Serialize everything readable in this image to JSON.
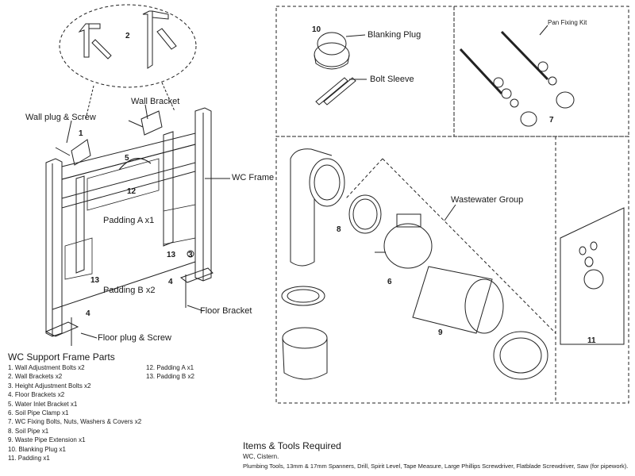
{
  "labels": {
    "wall_plug_screw": "Wall plug & Screw",
    "wall_bracket": "Wall Bracket",
    "wc_frame": "WC Frame",
    "padding_a": "Padding A  x1",
    "padding_b": "Padding B  x2",
    "floor_bracket": "Floor Bracket",
    "floor_plug_screw": "Floor plug & Screw",
    "blanking_plug": "Blanking Plug",
    "bolt_sleeve": "Bolt Sleeve",
    "pan_fixing_kit": "Pan Fixing Kit",
    "wastewater_group": "Wastewater Group"
  },
  "callouts": {
    "n2": "2",
    "n1": "1",
    "n5": "5",
    "n3": "3",
    "n12": "12",
    "n13a": "13",
    "n13b": "13",
    "n4a": "4",
    "n4b": "4",
    "n10": "10",
    "n7": "7",
    "n8": "8",
    "n6": "6",
    "n9": "9",
    "n11": "11"
  },
  "parts_list": {
    "title": "WC Support Frame Parts",
    "items_left": [
      "1. Wall Adjustment Bolts x2",
      "2. Wall Brackets x2",
      "3. Height Adjustment Bolts x2",
      "4. Floor Brackets x2",
      "5. Water Inlet Bracket x1",
      "6. Soil Pipe Clamp x1",
      "7. WC Fixing Bolts, Nuts, Washers & Covers x2",
      "8. Soil Pipe x1",
      "9. Waste Pipe Extension x1",
      "10. Blanking Plug x1",
      "11. Padding x1"
    ],
    "items_right": [
      "12. Padding A  x1",
      "13. Padding B  x2"
    ]
  },
  "tools": {
    "title": "Items & Tools Required",
    "line1": "WC, Cistern.",
    "line2": "Plumbing Tools, 13mm & 17mm Spanners, Drill, Spirit Level, Tape Measure, Large Phillips Screwdriver, Flatblade Screwdriver, Saw (for pipework)."
  }
}
